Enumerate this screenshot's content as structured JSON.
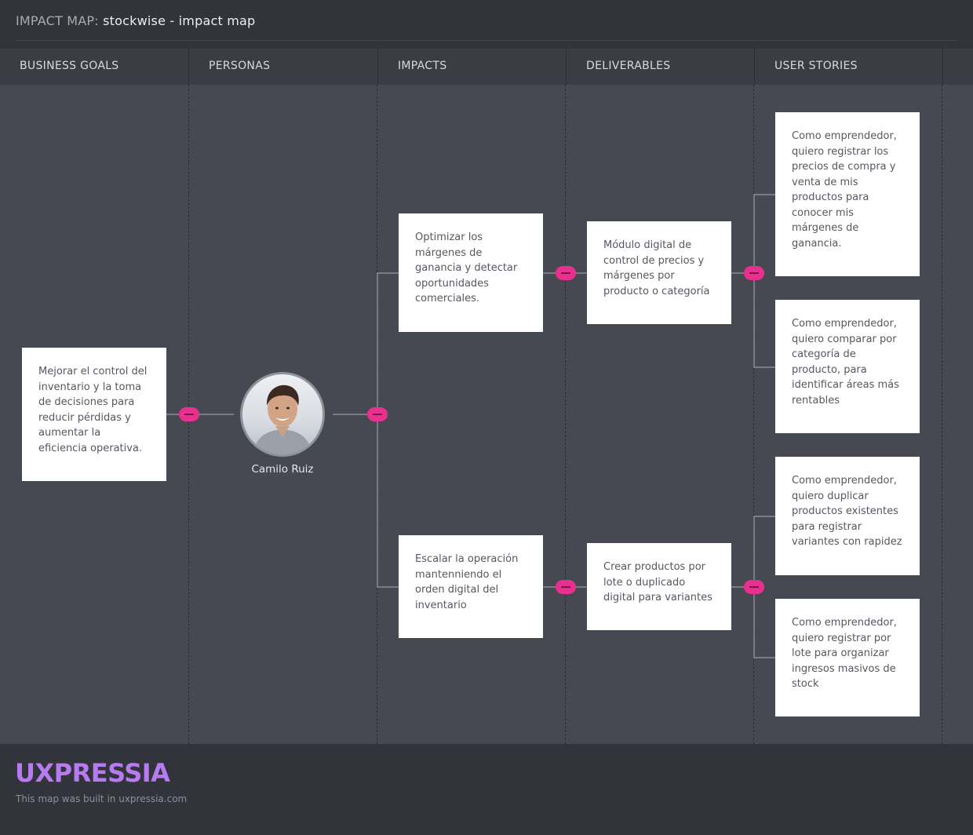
{
  "header": {
    "label": "IMPACT MAP:",
    "map_name": "stockwise - impact map"
  },
  "columns": [
    "BUSINESS GOALS",
    "PERSONAS",
    "IMPACTS",
    "DELIVERABLES",
    "USER STORIES"
  ],
  "goal": "Mejorar el control del inventario y la toma de decisiones para reducir pérdidas y aumentar la eficiencia operativa.",
  "persona": {
    "name": "Camilo Ruiz"
  },
  "impacts": [
    "Optimizar los márgenes de ganancia y detectar oportunidades comerciales.",
    "Escalar la operación mantenniendo el orden digital del inventario"
  ],
  "deliverables": [
    "Módulo digital de control de precios y márgenes por producto o categoría",
    "Crear productos por lote o duplicado digital para variantes"
  ],
  "user_stories": [
    "Como emprendedor, quiero registrar los precios de compra y venta de mis productos para conocer mis márgenes de ganancia.",
    "Como emprendedor, quiero comparar por categoría de producto, para identificar áreas más rentables",
    "Como emprendedor, quiero duplicar productos existentes para registrar variantes con rapidez",
    "Como emprendedor, quiero registrar por lote para organizar ingresos masivos de stock"
  ],
  "colors": {
    "accent": "#e8318e",
    "brand": "#b77af0",
    "card": "#ffffff",
    "canvas": "#464951"
  },
  "footer": {
    "logo": "UXPRESSIA",
    "credit": "This map was built in uxpressia.com"
  }
}
